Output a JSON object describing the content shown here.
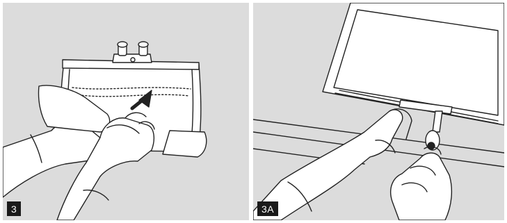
{
  "panels": [
    {
      "step_label": "3",
      "illustration": "hands-pressing-solution-bag"
    },
    {
      "step_label": "3A",
      "illustration": "hands-twisting-bag-port-cap"
    }
  ],
  "colors": {
    "background": "#dcdcdc",
    "line": "#222222",
    "badge": "#1a1a1a",
    "badge_text": "#ffffff"
  }
}
